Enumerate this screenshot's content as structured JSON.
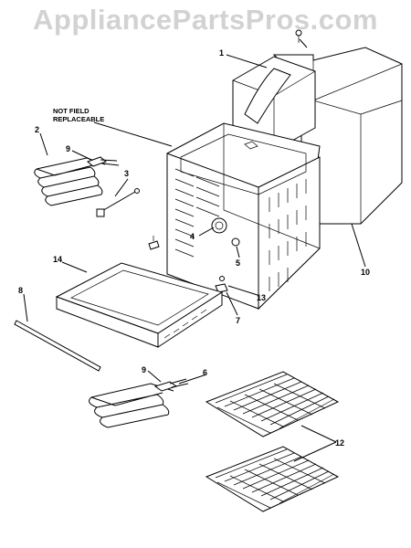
{
  "watermark": "AppliancePartsPros.com",
  "note": {
    "line1": "NOT FIELD",
    "line2": "REPLACEABLE"
  },
  "callouts": [
    "1",
    "2",
    "3",
    "4",
    "5",
    "6",
    "7",
    "8",
    "9",
    "9",
    "10",
    "12",
    "13",
    "14"
  ]
}
